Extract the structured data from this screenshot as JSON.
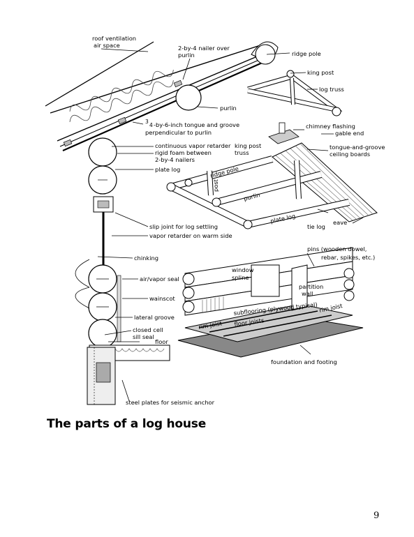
{
  "caption": "The parts of a log house",
  "page_number": "9",
  "labels": {
    "roof_ventilation_1": "roof ventilation",
    "roof_ventilation_2": "air space",
    "nailer_1": "2-by-4 nailer over",
    "nailer_2": "purlin",
    "ridge_pole": "ridge pole",
    "king_post": "king post",
    "log_truss": "log truss",
    "purlin": "purlin",
    "tongue_groove_frac_num": "3",
    "tongue_groove_frac_den": "4",
    "tongue_groove_1": "-by-6-inch tongue and groove",
    "tongue_groove_2": "perpendicular to purlin",
    "chimney_flashing": "chimney flashing",
    "gable_end": "gable end",
    "continuous_vapor": "continuous vapor retarder",
    "rigid_foam_1": "rigid foam between",
    "rigid_foam_2": "2-by-4 nailers",
    "king_post_truss_1": "king post",
    "king_post_truss_2": "truss",
    "ceiling_boards_1": "tongue-and-groove",
    "ceiling_boards_2": "ceiling boards",
    "plate_log": "plate log",
    "ridge_pole_on_truss": "ridge pole",
    "post": "post",
    "purlin_on_truss": "purlin",
    "plate_log_on_truss": "plate log",
    "tie_log": "tie log",
    "eave": "eave",
    "slip_joint": "slip joint for log settling",
    "vapor_retarder_warm": "vapor retarder on warm side",
    "chinking": "chinking",
    "pins_1": "pins (wooden dowel,",
    "pins_2": "rebar, spikes, etc.)",
    "window_spline_1": "window",
    "window_spline_2": "spline",
    "air_vapor_seal": "air/vapor seal",
    "partition_wall_1": "partition",
    "partition_wall_2": "wall",
    "wainscot": "wainscot",
    "subflooring": "subflooring (plywood typical)",
    "rim_joist_right": "rim joist",
    "lateral_groove": "lateral groove",
    "rim_joist_left": "rim joist",
    "floor_joists": "floor joists",
    "closed_cell_1": "closed cell",
    "closed_cell_2": "sill seal",
    "floor": "floor",
    "foundation": "foundation and footing",
    "steel_plates": "steel plates for seismic anchor"
  },
  "colors": {
    "ink": "#000000",
    "paper": "#ffffff",
    "hatch": "#555555",
    "fill_light": "#e6e6e6",
    "fill_mid": "#bdbdbd",
    "fill_dark": "#8a8a8a"
  }
}
